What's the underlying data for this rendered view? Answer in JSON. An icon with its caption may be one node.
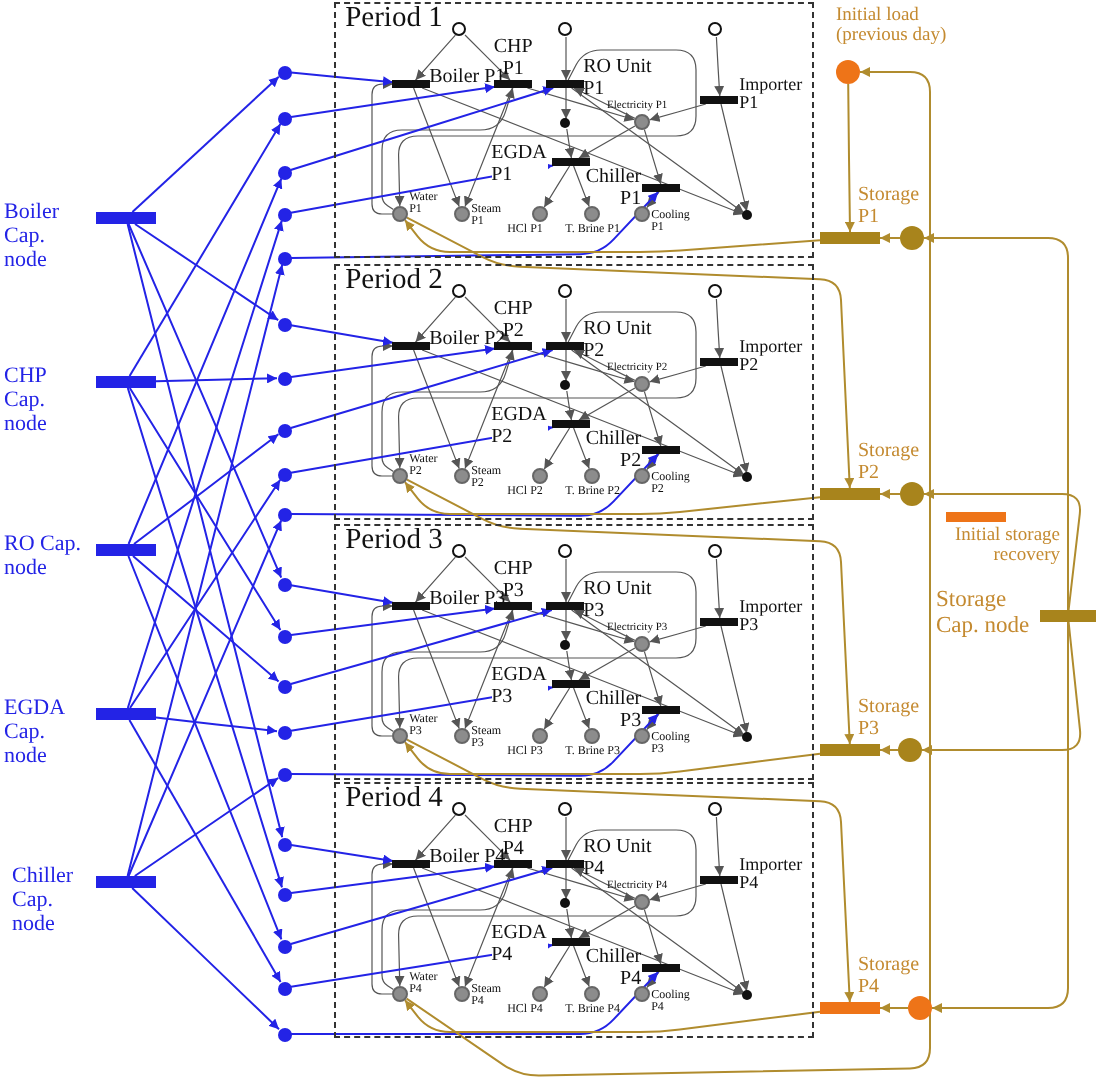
{
  "diagram": {
    "nodes": [
      {
        "text": [
          "Period 1"
        ]
      },
      {
        "text": [],
        "shape": "circle",
        "in": 0
      },
      {
        "text": [],
        "shape": "circle",
        "in": 0
      },
      {
        "text": [],
        "shape": "circle",
        "in": 0
      },
      {
        "text": [
          "Boiler P1"
        ],
        "in": 0
      },
      {
        "text": [
          "CHP P1"
        ],
        "in": 0
      },
      {
        "text": [
          "RO Unit P1"
        ],
        "in": 0
      },
      {
        "text": [
          "Importer P1"
        ],
        "in": 0
      },
      {
        "text": [
          "Electricity P1"
        ],
        "in": 0
      },
      {
        "text": [],
        "shape": "circle",
        "in": 0
      },
      {
        "text": [
          "EGDA P1"
        ],
        "in": 0
      },
      {
        "text": [
          "Chiller P1"
        ],
        "in": 0
      },
      {
        "text": [
          "Water P1"
        ],
        "in": 0
      },
      {
        "text": [
          "Steam P1"
        ],
        "in": 0
      },
      {
        "text": [
          "HCl P1"
        ],
        "in": 0
      },
      {
        "text": [
          "T. Brine P1"
        ],
        "in": 0
      },
      {
        "text": [
          "Cooling P1"
        ],
        "in": 0
      },
      {
        "text": [],
        "shape": "circle",
        "in": 0
      },
      {
        "text": [
          "Period 2"
        ]
      },
      {
        "text": [],
        "shape": "circle",
        "in": 18
      },
      {
        "text": [],
        "shape": "circle",
        "in": 18
      },
      {
        "text": [],
        "shape": "circle",
        "in": 18
      },
      {
        "text": [
          "Boiler P2"
        ],
        "in": 18
      },
      {
        "text": [
          "CHP P2"
        ],
        "in": 18
      },
      {
        "text": [
          "RO Unit P2"
        ],
        "in": 18
      },
      {
        "text": [
          "Importer P2"
        ],
        "in": 18
      },
      {
        "text": [
          "Electricity P2"
        ],
        "in": 18
      },
      {
        "text": [],
        "shape": "circle",
        "in": 18
      },
      {
        "text": [
          "EGDA P2"
        ],
        "in": 18
      },
      {
        "text": [
          "Chiller P2"
        ],
        "in": 18
      },
      {
        "text": [
          "Water P2"
        ],
        "in": 18
      },
      {
        "text": [
          "Steam P2"
        ],
        "in": 18
      },
      {
        "text": [
          "HCl P2"
        ],
        "in": 18
      },
      {
        "text": [
          "T. Brine P2"
        ],
        "in": 18
      },
      {
        "text": [
          "Cooling P2"
        ],
        "in": 18
      },
      {
        "text": [],
        "shape": "circle",
        "in": 18
      },
      {
        "text": [
          "Period 3"
        ]
      },
      {
        "text": [],
        "shape": "circle",
        "in": 36
      },
      {
        "text": [],
        "shape": "circle",
        "in": 36
      },
      {
        "text": [],
        "shape": "circle",
        "in": 36
      },
      {
        "text": [
          "Boiler P3"
        ],
        "in": 36
      },
      {
        "text": [
          "CHP P3"
        ],
        "in": 36
      },
      {
        "text": [
          "RO Unit P3"
        ],
        "in": 36
      },
      {
        "text": [
          "Importer P3"
        ],
        "in": 36
      },
      {
        "text": [
          "Electricity P3"
        ],
        "in": 36
      },
      {
        "text": [],
        "shape": "circle",
        "in": 36
      },
      {
        "text": [
          "EGDA P3"
        ],
        "in": 36
      },
      {
        "text": [
          "Chiller P3"
        ],
        "in": 36
      },
      {
        "text": [
          "Water P3"
        ],
        "in": 36
      },
      {
        "text": [
          "Steam P3"
        ],
        "in": 36
      },
      {
        "text": [
          "HCl P3"
        ],
        "in": 36
      },
      {
        "text": [
          "T. Brine P3"
        ],
        "in": 36
      },
      {
        "text": [
          "Cooling P3"
        ],
        "in": 36
      },
      {
        "text": [],
        "shape": "circle",
        "in": 36
      },
      {
        "text": [
          "Period 4"
        ]
      },
      {
        "text": [],
        "shape": "circle",
        "in": 54
      },
      {
        "text": [],
        "shape": "circle",
        "in": 54
      },
      {
        "text": [],
        "shape": "circle",
        "in": 54
      },
      {
        "text": [
          "Boiler P4"
        ],
        "in": 54
      },
      {
        "text": [
          "CHP P4"
        ],
        "in": 54
      },
      {
        "text": [
          "RO Unit P4"
        ],
        "in": 54
      },
      {
        "text": [
          "Importer P4"
        ],
        "in": 54
      },
      {
        "text": [
          "Electricity P4"
        ],
        "in": 54
      },
      {
        "text": [],
        "shape": "circle",
        "in": 54
      },
      {
        "text": [
          "EGDA P4"
        ],
        "in": 54
      },
      {
        "text": [
          "Chiller P4"
        ],
        "in": 54
      },
      {
        "text": [
          "Water P4"
        ],
        "in": 54
      },
      {
        "text": [
          "Steam P4"
        ],
        "in": 54
      },
      {
        "text": [
          "HCl P4"
        ],
        "in": 54
      },
      {
        "text": [
          "T. Brine P4"
        ],
        "in": 54
      },
      {
        "text": [
          "Cooling P4"
        ],
        "in": 54
      },
      {
        "text": [],
        "shape": "circle",
        "in": 54
      },
      {
        "text": [
          "Boiler Cap. node"
        ]
      },
      {
        "text": [
          "CHP Cap. node"
        ]
      },
      {
        "text": [
          "RO Cap. node"
        ]
      },
      {
        "text": [
          "EGDA Cap. node"
        ]
      },
      {
        "text": [
          "Chiller Cap. node"
        ]
      },
      {
        "text": [],
        "shape": "circle"
      },
      {
        "text": [],
        "shape": "circle"
      },
      {
        "text": [],
        "shape": "circle"
      },
      {
        "text": [],
        "shape": "circle"
      },
      {
        "text": [],
        "shape": "circle"
      },
      {
        "text": [],
        "shape": "circle"
      },
      {
        "text": [],
        "shape": "circle"
      },
      {
        "text": [],
        "shape": "circle"
      },
      {
        "text": [],
        "shape": "circle"
      },
      {
        "text": [],
        "shape": "circle"
      },
      {
        "text": [],
        "shape": "circle"
      },
      {
        "text": [],
        "shape": "circle"
      },
      {
        "text": [],
        "shape": "circle"
      },
      {
        "text": [],
        "shape": "circle"
      },
      {
        "text": [],
        "shape": "circle"
      },
      {
        "text": [],
        "shape": "circle"
      },
      {
        "text": [],
        "shape": "circle"
      },
      {
        "text": [],
        "shape": "circle"
      },
      {
        "text": [],
        "shape": "circle"
      },
      {
        "text": [],
        "shape": "circle"
      },
      {
        "text": [
          "Initial load (previous day)"
        ]
      },
      {
        "text": [
          "Storage P1"
        ]
      },
      {
        "text": [],
        "shape": "circle"
      },
      {
        "text": [
          "Storage P2"
        ]
      },
      {
        "text": [],
        "shape": "circle"
      },
      {
        "text": [
          "Initial storage recovery"
        ]
      },
      {
        "text": [
          "Storage Cap. node"
        ]
      },
      {
        "text": [
          "Storage P3"
        ]
      },
      {
        "text": [],
        "shape": "circle"
      },
      {
        "text": [
          "Storage P4"
        ]
      },
      {
        "text": [],
        "shape": "circle"
      }
    ],
    "edges": [
      {
        "from": 1,
        "to": 4,
        "arrow": "to"
      },
      {
        "from": 1,
        "to": 5,
        "arrow": "to"
      },
      {
        "from": 2,
        "to": 6,
        "arrow": "to"
      },
      {
        "from": 6,
        "to": 9,
        "arrow": "to"
      },
      {
        "from": 9,
        "to": 10,
        "arrow": "to"
      },
      {
        "from": 3,
        "to": 7,
        "arrow": "to"
      },
      {
        "from": 4,
        "to": 13,
        "arrow": "to"
      },
      {
        "from": 5,
        "to": 13,
        "arrow": "to"
      },
      {
        "from": 5,
        "to": 8,
        "arrow": "to"
      },
      {
        "from": 7,
        "to": 8,
        "arrow": "to"
      },
      {
        "from": 8,
        "to": 6,
        "arrow": "to"
      },
      {
        "from": 8,
        "to": 10,
        "arrow": "to"
      },
      {
        "from": 8,
        "to": 11,
        "arrow": "to"
      },
      {
        "from": 12,
        "to": 4,
        "arrow": "to"
      },
      {
        "from": 12,
        "to": 5,
        "arrow": "to"
      },
      {
        "from": 6,
        "to": 12,
        "arrow": "to"
      },
      {
        "from": 10,
        "to": 14,
        "arrow": "to"
      },
      {
        "from": 10,
        "to": 15,
        "arrow": "to"
      },
      {
        "from": 11,
        "to": 16,
        "arrow": "to"
      },
      {
        "from": 7,
        "to": 17,
        "arrow": "to"
      },
      {
        "from": 4,
        "to": 17,
        "arrow": "to"
      },
      {
        "from": 6,
        "to": 17,
        "arrow": "to"
      },
      {
        "from": 19,
        "to": 22,
        "arrow": "to"
      },
      {
        "from": 19,
        "to": 23,
        "arrow": "to"
      },
      {
        "from": 20,
        "to": 24,
        "arrow": "to"
      },
      {
        "from": 24,
        "to": 27,
        "arrow": "to"
      },
      {
        "from": 27,
        "to": 28,
        "arrow": "to"
      },
      {
        "from": 21,
        "to": 25,
        "arrow": "to"
      },
      {
        "from": 22,
        "to": 31,
        "arrow": "to"
      },
      {
        "from": 23,
        "to": 31,
        "arrow": "to"
      },
      {
        "from": 23,
        "to": 26,
        "arrow": "to"
      },
      {
        "from": 25,
        "to": 26,
        "arrow": "to"
      },
      {
        "from": 26,
        "to": 24,
        "arrow": "to"
      },
      {
        "from": 26,
        "to": 28,
        "arrow": "to"
      },
      {
        "from": 26,
        "to": 29,
        "arrow": "to"
      },
      {
        "from": 30,
        "to": 22,
        "arrow": "to"
      },
      {
        "from": 30,
        "to": 23,
        "arrow": "to"
      },
      {
        "from": 24,
        "to": 30,
        "arrow": "to"
      },
      {
        "from": 28,
        "to": 32,
        "arrow": "to"
      },
      {
        "from": 28,
        "to": 33,
        "arrow": "to"
      },
      {
        "from": 29,
        "to": 34,
        "arrow": "to"
      },
      {
        "from": 25,
        "to": 35,
        "arrow": "to"
      },
      {
        "from": 22,
        "to": 35,
        "arrow": "to"
      },
      {
        "from": 24,
        "to": 35,
        "arrow": "to"
      },
      {
        "from": 37,
        "to": 40,
        "arrow": "to"
      },
      {
        "from": 37,
        "to": 41,
        "arrow": "to"
      },
      {
        "from": 38,
        "to": 42,
        "arrow": "to"
      },
      {
        "from": 42,
        "to": 45,
        "arrow": "to"
      },
      {
        "from": 45,
        "to": 46,
        "arrow": "to"
      },
      {
        "from": 39,
        "to": 43,
        "arrow": "to"
      },
      {
        "from": 40,
        "to": 49,
        "arrow": "to"
      },
      {
        "from": 41,
        "to": 49,
        "arrow": "to"
      },
      {
        "from": 41,
        "to": 44,
        "arrow": "to"
      },
      {
        "from": 43,
        "to": 44,
        "arrow": "to"
      },
      {
        "from": 44,
        "to": 42,
        "arrow": "to"
      },
      {
        "from": 44,
        "to": 46,
        "arrow": "to"
      },
      {
        "from": 44,
        "to": 47,
        "arrow": "to"
      },
      {
        "from": 48,
        "to": 40,
        "arrow": "to"
      },
      {
        "from": 48,
        "to": 41,
        "arrow": "to"
      },
      {
        "from": 42,
        "to": 48,
        "arrow": "to"
      },
      {
        "from": 46,
        "to": 50,
        "arrow": "to"
      },
      {
        "from": 46,
        "to": 51,
        "arrow": "to"
      },
      {
        "from": 47,
        "to": 52,
        "arrow": "to"
      },
      {
        "from": 43,
        "to": 53,
        "arrow": "to"
      },
      {
        "from": 40,
        "to": 53,
        "arrow": "to"
      },
      {
        "from": 42,
        "to": 53,
        "arrow": "to"
      },
      {
        "from": 55,
        "to": 58,
        "arrow": "to"
      },
      {
        "from": 55,
        "to": 59,
        "arrow": "to"
      },
      {
        "from": 56,
        "to": 60,
        "arrow": "to"
      },
      {
        "from": 60,
        "to": 63,
        "arrow": "to"
      },
      {
        "from": 63,
        "to": 64,
        "arrow": "to"
      },
      {
        "from": 57,
        "to": 61,
        "arrow": "to"
      },
      {
        "from": 58,
        "to": 67,
        "arrow": "to"
      },
      {
        "from": 59,
        "to": 67,
        "arrow": "to"
      },
      {
        "from": 59,
        "to": 62,
        "arrow": "to"
      },
      {
        "from": 61,
        "to": 62,
        "arrow": "to"
      },
      {
        "from": 62,
        "to": 60,
        "arrow": "to"
      },
      {
        "from": 62,
        "to": 64,
        "arrow": "to"
      },
      {
        "from": 62,
        "to": 65,
        "arrow": "to"
      },
      {
        "from": 66,
        "to": 58,
        "arrow": "to"
      },
      {
        "from": 66,
        "to": 59,
        "arrow": "to"
      },
      {
        "from": 60,
        "to": 66,
        "arrow": "to"
      },
      {
        "from": 64,
        "to": 68,
        "arrow": "to"
      },
      {
        "from": 64,
        "to": 69,
        "arrow": "to"
      },
      {
        "from": 65,
        "to": 70,
        "arrow": "to"
      },
      {
        "from": 61,
        "to": 71,
        "arrow": "to"
      },
      {
        "from": 58,
        "to": 71,
        "arrow": "to"
      },
      {
        "from": 60,
        "to": 71,
        "arrow": "to"
      },
      {
        "from": 72,
        "to": 77,
        "arrow": "to",
        "color": "#2323e6"
      },
      {
        "from": 72,
        "to": 82,
        "arrow": "to",
        "color": "#2323e6"
      },
      {
        "from": 72,
        "to": 87,
        "arrow": "to",
        "color": "#2323e6"
      },
      {
        "from": 72,
        "to": 92,
        "arrow": "to",
        "color": "#2323e6"
      },
      {
        "from": 73,
        "to": 78,
        "arrow": "to",
        "color": "#2323e6"
      },
      {
        "from": 73,
        "to": 83,
        "arrow": "to",
        "color": "#2323e6"
      },
      {
        "from": 73,
        "to": 88,
        "arrow": "to",
        "color": "#2323e6"
      },
      {
        "from": 73,
        "to": 93,
        "arrow": "to",
        "color": "#2323e6"
      },
      {
        "from": 74,
        "to": 79,
        "arrow": "to",
        "color": "#2323e6"
      },
      {
        "from": 74,
        "to": 84,
        "arrow": "to",
        "color": "#2323e6"
      },
      {
        "from": 74,
        "to": 89,
        "arrow": "to",
        "color": "#2323e6"
      },
      {
        "from": 74,
        "to": 94,
        "arrow": "to",
        "color": "#2323e6"
      },
      {
        "from": 75,
        "to": 80,
        "arrow": "to",
        "color": "#2323e6"
      },
      {
        "from": 75,
        "to": 85,
        "arrow": "to",
        "color": "#2323e6"
      },
      {
        "from": 75,
        "to": 90,
        "arrow": "to",
        "color": "#2323e6"
      },
      {
        "from": 75,
        "to": 95,
        "arrow": "to",
        "color": "#2323e6"
      },
      {
        "from": 76,
        "to": 81,
        "arrow": "to",
        "color": "#2323e6"
      },
      {
        "from": 76,
        "to": 86,
        "arrow": "to",
        "color": "#2323e6"
      },
      {
        "from": 76,
        "to": 91,
        "arrow": "to",
        "color": "#2323e6"
      },
      {
        "from": 76,
        "to": 96,
        "arrow": "to",
        "color": "#2323e6"
      },
      {
        "from": 77,
        "to": 4,
        "arrow": "to",
        "color": "#2323e6"
      },
      {
        "from": 78,
        "to": 5,
        "arrow": "to",
        "color": "#2323e6"
      },
      {
        "from": 79,
        "to": 6,
        "arrow": "to",
        "color": "#2323e6"
      },
      {
        "from": 80,
        "to": 10,
        "arrow": "to",
        "color": "#2323e6"
      },
      {
        "from": 81,
        "to": 11,
        "arrow": "to",
        "color": "#2323e6"
      },
      {
        "from": 82,
        "to": 22,
        "arrow": "to",
        "color": "#2323e6"
      },
      {
        "from": 83,
        "to": 23,
        "arrow": "to",
        "color": "#2323e6"
      },
      {
        "from": 84,
        "to": 24,
        "arrow": "to",
        "color": "#2323e6"
      },
      {
        "from": 85,
        "to": 28,
        "arrow": "to",
        "color": "#2323e6"
      },
      {
        "from": 86,
        "to": 29,
        "arrow": "to",
        "color": "#2323e6"
      },
      {
        "from": 87,
        "to": 40,
        "arrow": "to",
        "color": "#2323e6"
      },
      {
        "from": 88,
        "to": 41,
        "arrow": "to",
        "color": "#2323e6"
      },
      {
        "from": 89,
        "to": 42,
        "arrow": "to",
        "color": "#2323e6"
      },
      {
        "from": 90,
        "to": 46,
        "arrow": "to",
        "color": "#2323e6"
      },
      {
        "from": 91,
        "to": 47,
        "arrow": "to",
        "color": "#2323e6"
      },
      {
        "from": 92,
        "to": 58,
        "arrow": "to",
        "color": "#2323e6"
      },
      {
        "from": 93,
        "to": 59,
        "arrow": "to",
        "color": "#2323e6"
      },
      {
        "from": 94,
        "to": 60,
        "arrow": "to",
        "color": "#2323e6"
      },
      {
        "from": 95,
        "to": 64,
        "arrow": "to",
        "color": "#2323e6"
      },
      {
        "from": 96,
        "to": 65,
        "arrow": "to",
        "color": "#2323e6"
      },
      {
        "from": 97,
        "to": 98,
        "arrow": "to",
        "color": "#b08c2e"
      },
      {
        "from": 99,
        "to": 98,
        "arrow": "to",
        "color": "#b08c2e"
      },
      {
        "from": 101,
        "to": 100,
        "arrow": "to",
        "color": "#b08c2e"
      },
      {
        "from": 105,
        "to": 104,
        "arrow": "to",
        "color": "#b08c2e"
      },
      {
        "from": 107,
        "to": 106,
        "arrow": "to",
        "color": "#b08c2e"
      },
      {
        "from": 103,
        "to": 99,
        "arrow": "to",
        "color": "#b08c2e"
      },
      {
        "from": 103,
        "to": 101,
        "arrow": "to",
        "color": "#b08c2e"
      },
      {
        "from": 103,
        "to": 105,
        "arrow": "to",
        "color": "#b08c2e"
      },
      {
        "from": 103,
        "to": 107,
        "arrow": "to",
        "color": "#b08c2e"
      },
      {
        "from": 98,
        "to": 12,
        "arrow": "to",
        "color": "#b08c2e"
      },
      {
        "from": 100,
        "to": 30,
        "arrow": "to",
        "color": "#b08c2e"
      },
      {
        "from": 104,
        "to": 48,
        "arrow": "to",
        "color": "#b08c2e"
      },
      {
        "from": 106,
        "to": 66,
        "arrow": "to",
        "color": "#b08c2e"
      },
      {
        "from": 12,
        "to": 100,
        "arrow": "to",
        "color": "#b08c2e"
      },
      {
        "from": 30,
        "to": 104,
        "arrow": "to",
        "color": "#b08c2e"
      },
      {
        "from": 48,
        "to": 106,
        "arrow": "to",
        "color": "#b08c2e"
      },
      {
        "from": 66,
        "to": 97,
        "arrow": "to",
        "color": "#b08c2e"
      }
    ]
  }
}
